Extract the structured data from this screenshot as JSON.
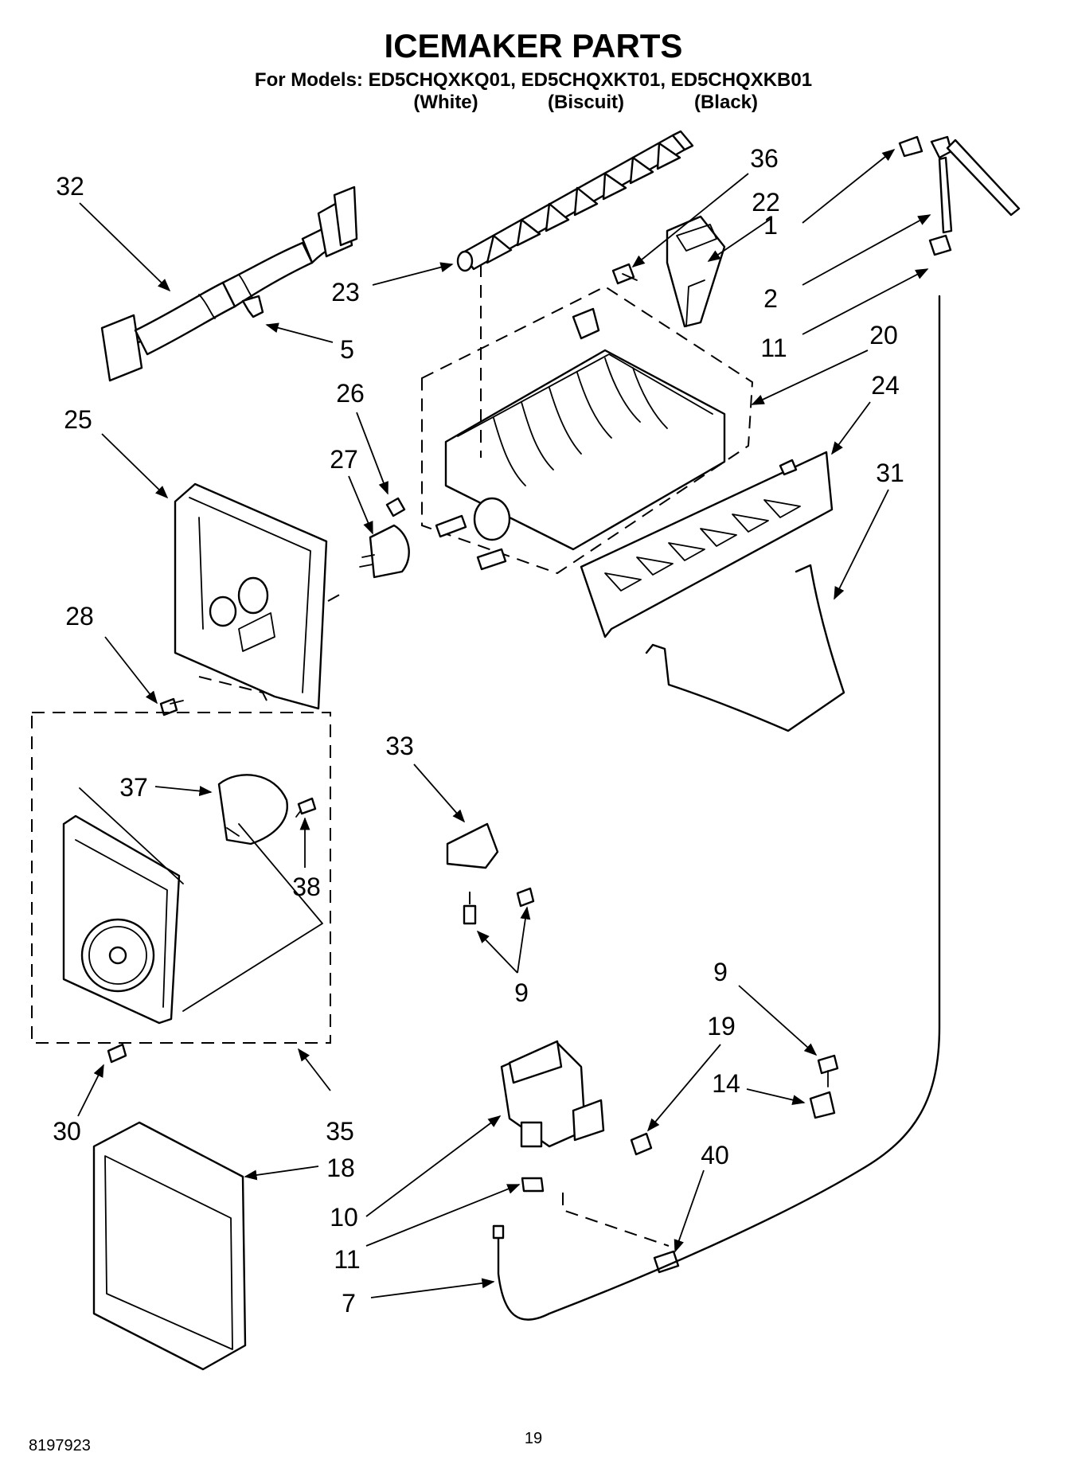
{
  "header": {
    "title": "ICEMAKER PARTS",
    "models_line": "For Models: ED5CHQXKQ01, ED5CHQXKT01, ED5CHQXKB01",
    "colors": [
      "(White)",
      "(Biscuit)",
      "(Black)"
    ]
  },
  "callouts": [
    {
      "id": "c32",
      "label": "32"
    },
    {
      "id": "c5",
      "label": "5"
    },
    {
      "id": "c23",
      "label": "23"
    },
    {
      "id": "c36",
      "label": "36"
    },
    {
      "id": "c22",
      "label": "22"
    },
    {
      "id": "c1",
      "label": "1"
    },
    {
      "id": "c2",
      "label": "2"
    },
    {
      "id": "c11a",
      "label": "11"
    },
    {
      "id": "c20",
      "label": "20"
    },
    {
      "id": "c24",
      "label": "24"
    },
    {
      "id": "c26",
      "label": "26"
    },
    {
      "id": "c25",
      "label": "25"
    },
    {
      "id": "c27",
      "label": "27"
    },
    {
      "id": "c31",
      "label": "31"
    },
    {
      "id": "c28",
      "label": "28"
    },
    {
      "id": "c33",
      "label": "33"
    },
    {
      "id": "c37",
      "label": "37"
    },
    {
      "id": "c38",
      "label": "38"
    },
    {
      "id": "c9a",
      "label": "9"
    },
    {
      "id": "c9b",
      "label": "9"
    },
    {
      "id": "c19",
      "label": "19"
    },
    {
      "id": "c14",
      "label": "14"
    },
    {
      "id": "c30",
      "label": "30"
    },
    {
      "id": "c35",
      "label": "35"
    },
    {
      "id": "c18",
      "label": "18"
    },
    {
      "id": "c40",
      "label": "40"
    },
    {
      "id": "c10",
      "label": "10"
    },
    {
      "id": "c11b",
      "label": "11"
    },
    {
      "id": "c7",
      "label": "7"
    }
  ],
  "footer": {
    "doc_number": "8197923",
    "page_number": "19"
  }
}
